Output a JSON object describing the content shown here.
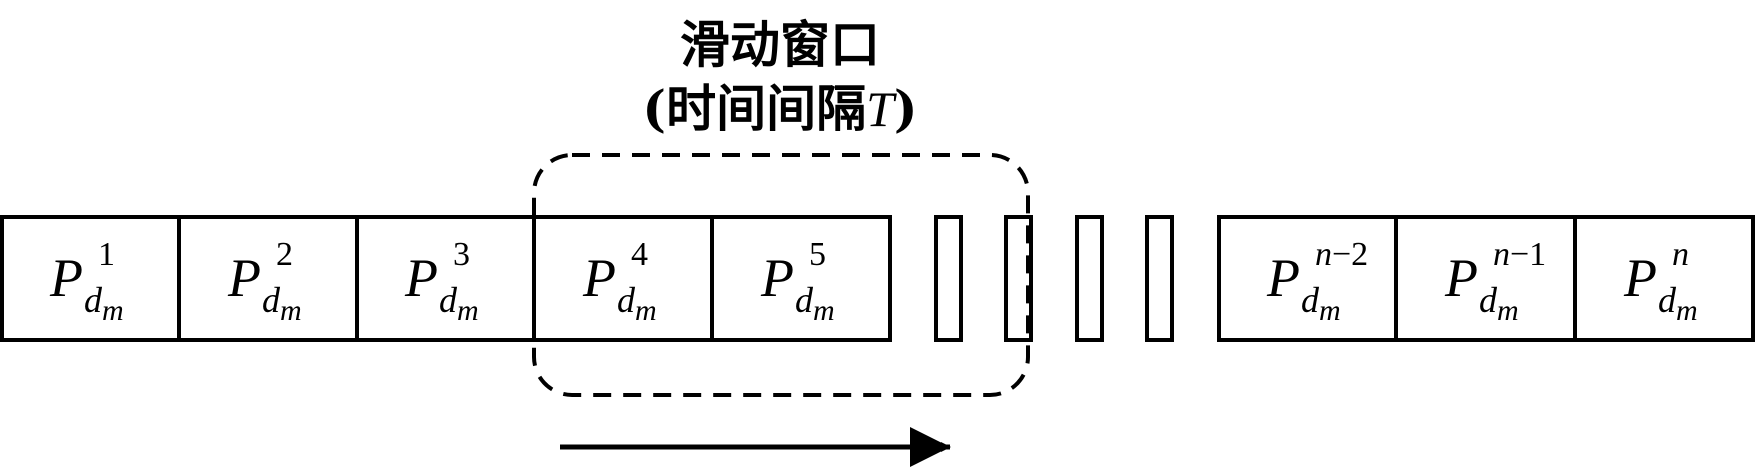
{
  "window_label": {
    "line1": "滑动窗口",
    "line2_prefix": "(时间间隔",
    "line2_var": "T",
    "line2_suffix": ")"
  },
  "cells": [
    {
      "base": "P",
      "sub": "d",
      "subsub": "m",
      "sup": "1"
    },
    {
      "base": "P",
      "sub": "d",
      "subsub": "m",
      "sup": "2"
    },
    {
      "base": "P",
      "sub": "d",
      "subsub": "m",
      "sup": "3"
    },
    {
      "base": "P",
      "sub": "d",
      "subsub": "m",
      "sup": "4"
    },
    {
      "base": "P",
      "sub": "d",
      "subsub": "m",
      "sup": "5"
    },
    {
      "base": "P",
      "sub": "d",
      "subsub": "m",
      "sup_var": "n",
      "sup": "−2"
    },
    {
      "base": "P",
      "sub": "d",
      "subsub": "m",
      "sup_var": "n",
      "sup": "−1"
    },
    {
      "base": "P",
      "sub": "d",
      "subsub": "m",
      "sup_var": "n",
      "sup": ""
    }
  ],
  "direction": "right"
}
